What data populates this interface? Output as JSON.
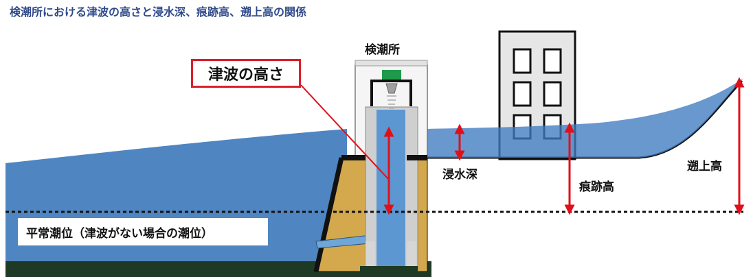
{
  "title": "検潮所における津波の高さと浸水深、痕跡高、遡上高の関係",
  "labels": {
    "tide_station": "検潮所",
    "tsunami_height": "津波の高さ",
    "inundation_depth": "浸水深",
    "trace_height": "痕跡高",
    "runup_height": "遡上高",
    "normal_tide": "平常潮位（津波がない場合の潮位）"
  },
  "colors": {
    "sea": "#4f86c1",
    "water_overlay": "#3f7bc0",
    "ground": "#d4a84d",
    "seabed": "#1e3a25",
    "arrow": "#e0101a",
    "callout_border": "#d9202a",
    "title": "#2f4a8a",
    "building": "#e6e6e6",
    "station_frame": "#f2f2f2",
    "sensor": "#1f9a4a"
  },
  "icons": [
    "tide-station-icon",
    "building-icon",
    "sensor-icon",
    "double-arrow-icon"
  ]
}
